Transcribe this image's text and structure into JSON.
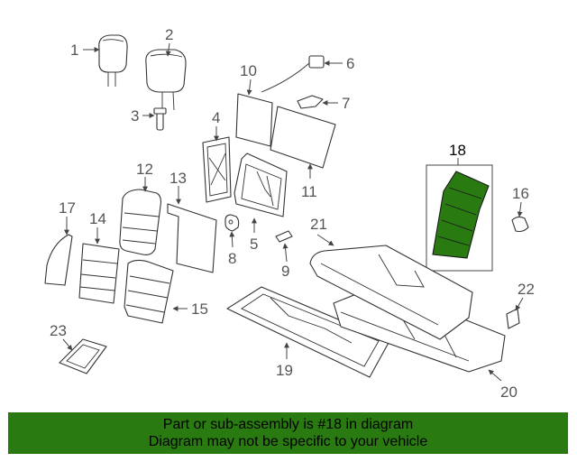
{
  "diagram": {
    "highlight_color": "#2a7a12",
    "selected_part": "18",
    "callouts": {
      "c1": "1",
      "c2": "2",
      "c3": "3",
      "c4": "4",
      "c5": "5",
      "c6": "6",
      "c7": "7",
      "c8": "8",
      "c9": "9",
      "c10": "10",
      "c11": "11",
      "c12": "12",
      "c13": "13",
      "c14": "14",
      "c15": "15",
      "c16": "16",
      "c17": "17",
      "c18": "18",
      "c19": "19",
      "c20": "20",
      "c21": "21",
      "c22": "22",
      "c23": "23"
    }
  },
  "banner": {
    "line1": "Part or sub-assembly is #18 in diagram",
    "line2": "Diagram may not be specific to your vehicle",
    "background": "#2a7a12"
  }
}
